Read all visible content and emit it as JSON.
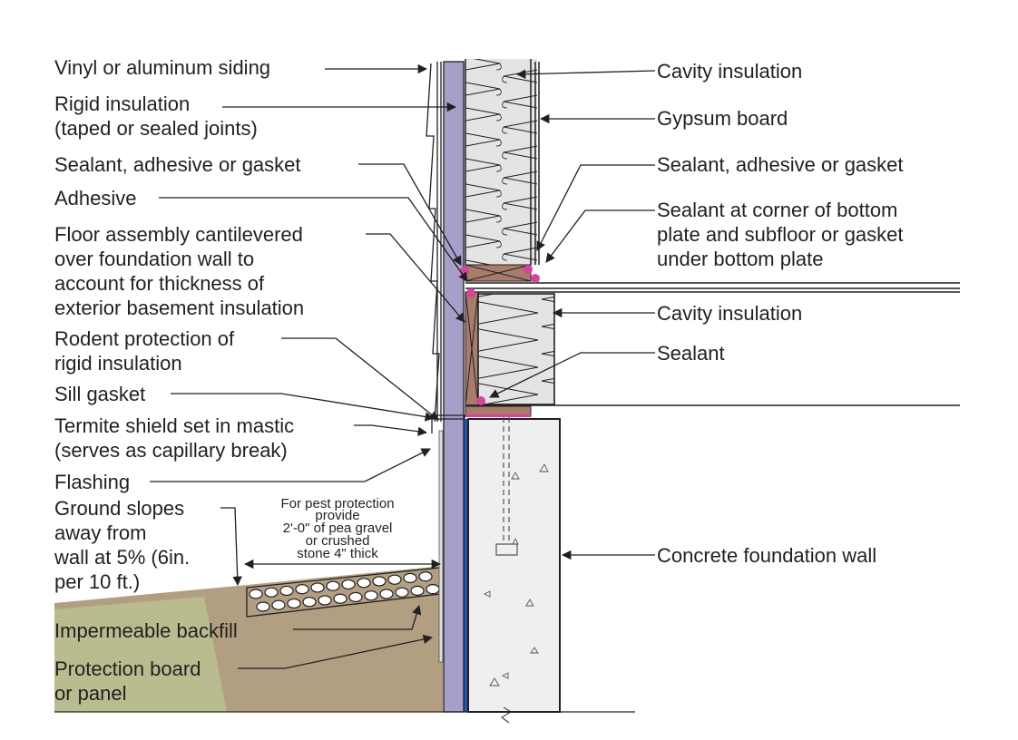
{
  "left_labels": {
    "siding": "Vinyl or aluminum siding",
    "rigid_1": "Rigid insulation",
    "rigid_2": "(taped or sealed joints)",
    "sealant_left": "Sealant, adhesive or gasket",
    "adhesive": "Adhesive",
    "floor_1": "Floor assembly cantilevered",
    "floor_2": "over foundation wall to",
    "floor_3": "account for thickness of",
    "floor_4": "exterior basement insulation",
    "rodent_1": "Rodent protection of",
    "rodent_2": "rigid insulation",
    "sill": "Sill gasket",
    "termite_1": "Termite shield set in mastic",
    "termite_2": "(serves as capillary break)",
    "flashing": "Flashing",
    "ground_1": "Ground slopes",
    "ground_2": "away from",
    "ground_3": "wall at 5% (6in.",
    "ground_4": "per 10 ft.)",
    "backfill": "Impermeable backfill",
    "protection_1": "Protection board",
    "protection_2": "or panel"
  },
  "right_labels": {
    "cavity_upper": "Cavity insulation",
    "gypsum": "Gypsum board",
    "sealant_right": "Sealant, adhesive or gasket",
    "corner_1": "Sealant at corner of bottom",
    "corner_2": "plate and subfloor or gasket",
    "corner_3": "under bottom plate",
    "cavity_lower": "Cavity insulation",
    "sealant": "Sealant",
    "foundation": "Concrete foundation wall"
  },
  "pest_note": [
    "For pest protection",
    "provide",
    "2'-0\" of pea gravel",
    "or crushed",
    "stone 4\" thick"
  ],
  "colors": {
    "rigid_insulation": "#a59fc9",
    "wood": "#a87c6a",
    "sealant": "#d6439a",
    "concrete": "#efefef",
    "waterproofing": "#2455a4",
    "soil": "#b29f82",
    "grass": "#b9bc8f",
    "batt": "#e3e4e3"
  }
}
